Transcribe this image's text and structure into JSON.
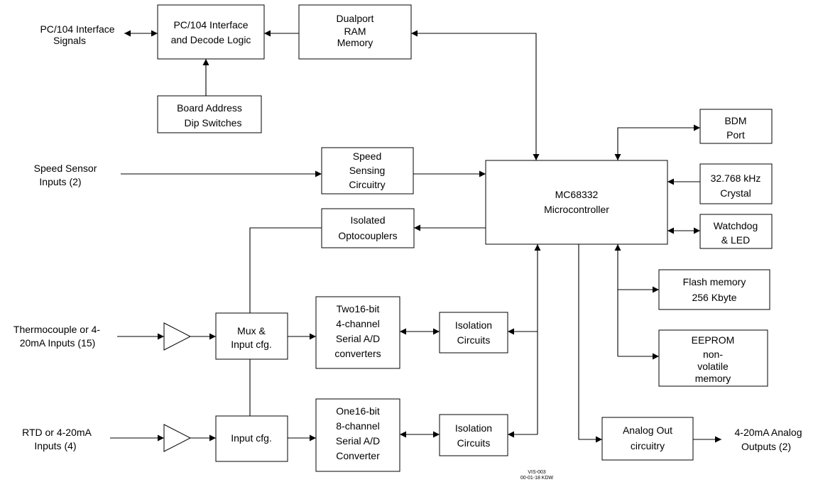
{
  "blocks": {
    "pc104_logic": [
      "PC/104 Interface",
      "and Decode Logic"
    ],
    "dualport_ram": [
      "Dualport",
      "RAM",
      "Memory"
    ],
    "board_address": [
      "Board Address",
      "Dip Switches"
    ],
    "speed_circuitry": [
      "Speed",
      "Sensing",
      "Circuitry"
    ],
    "optocouplers": [
      "Isolated",
      "Optocouplers"
    ],
    "microcontroller": [
      "MC68332",
      "Microcontroller"
    ],
    "bdm_port": [
      "BDM",
      "Port"
    ],
    "crystal": [
      "32.768 kHz",
      "Crystal"
    ],
    "watchdog": [
      "Watchdog",
      "& LED"
    ],
    "flash": [
      "Flash memory",
      "256 Kbyte"
    ],
    "eeprom": [
      "EEPROM",
      "non-",
      "volatile",
      "memory"
    ],
    "mux": [
      "Mux &",
      "Input cfg."
    ],
    "input_cfg": [
      "Input cfg."
    ],
    "adc_two": [
      "Two16-bit",
      "4-channel",
      "Serial A/D",
      "converters"
    ],
    "adc_one": [
      "One16-bit",
      "8-channel",
      "Serial A/D",
      "Converter"
    ],
    "isolation_1": [
      "Isolation",
      "Circuits"
    ],
    "isolation_2": [
      "Isolation",
      "Circuits"
    ],
    "analog_out": [
      "Analog Out",
      "circuitry"
    ]
  },
  "external": {
    "pc104_signals": [
      "PC/104 Interface",
      "Signals"
    ],
    "speed_inputs": [
      "Speed Sensor",
      "Inputs (2)"
    ],
    "thermo_inputs": [
      "Thermocouple or 4-",
      "20mA Inputs (15)"
    ],
    "rtd_inputs": [
      "RTD or 4-20mA",
      "Inputs (4)"
    ],
    "analog_outputs": [
      "4-20mA Analog",
      "Outputs (2)"
    ]
  },
  "stamp": [
    "VIS-003",
    "00-01-18 KDW"
  ]
}
